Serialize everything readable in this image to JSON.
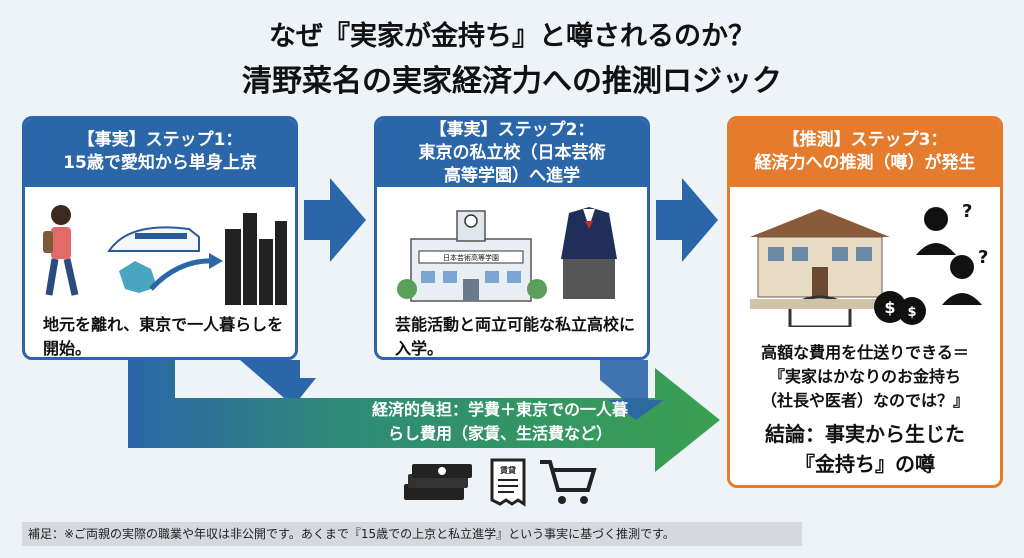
{
  "title": {
    "line1": "なぜ『実家が金持ち』と噂されるのか？",
    "line2": "清野菜名の実家経済力への推測ロジック"
  },
  "steps": [
    {
      "header_line1": "【事実】ステップ1：",
      "header_line2": "15歳で愛知から単身上京",
      "description": "地元を離れ、東京で一人暮らしを開始。"
    },
    {
      "header_line1": "【事実】ステップ2：",
      "header_line2": "東京の私立校（日本芸術",
      "header_line3": "高等学園）へ進学",
      "school_sign": "日本芸術高等学園",
      "description": "芸能活動と両立可能な私立高校に入学。"
    },
    {
      "header_line1": "【推測】ステップ3：",
      "header_line2": "経済力への推測（噂）が発生",
      "description_line1": "高額な費用を仕送りできる＝",
      "description_line2": "『実家はかなりのお金持ち",
      "description_line3": "（社長や医者）なのでは？』",
      "conclusion_line1": "結論：事実から生じた",
      "conclusion_line2": "『金持ち』の噂"
    }
  ],
  "burden": {
    "line1": "経済的負担：学費＋東京での一人暮",
    "line2": "らし費用（家賃、生活費など）",
    "bill_label": "賃貸"
  },
  "footer": "補足：※ご両親の実際の職業や年収は非公開です。あくまで『15歳での上京と私立進学』という事実に基づく推測です。",
  "colors": {
    "fact_blue": "#2b66a8",
    "guess_orange": "#e57b2c",
    "burden_green": "#3a9a52"
  }
}
